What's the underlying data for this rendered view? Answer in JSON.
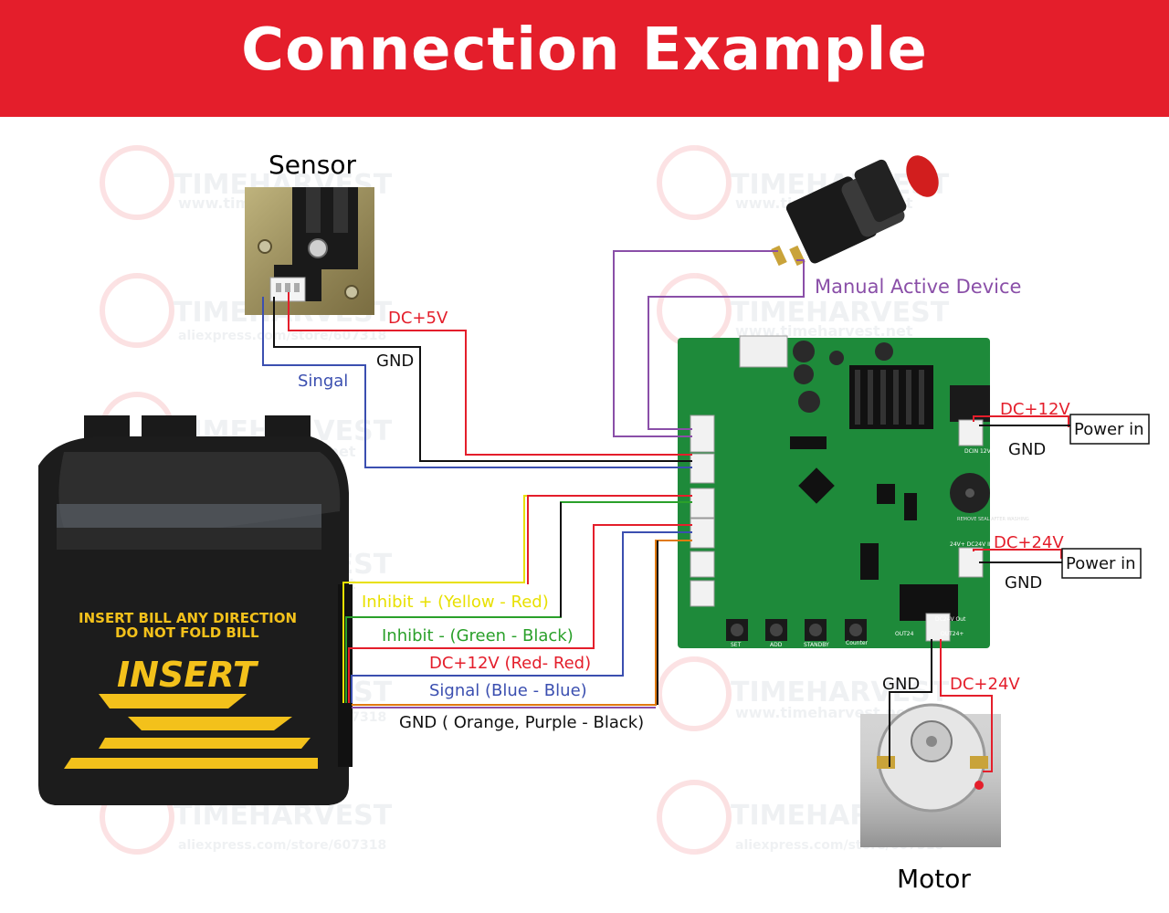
{
  "header": {
    "title": "Connection Example"
  },
  "watermark": {
    "brand": "TIMEHARVEST",
    "site": "www.timeharvest.net",
    "store": "aliexpress.com/store/607318"
  },
  "components": {
    "sensor": "Sensor",
    "motor": "Motor",
    "manual_device": "Manual Active Device",
    "acceptor_line1": "INSERT BILL ANY DIRECTION",
    "acceptor_line2": "DO NOT FOLD BILL",
    "acceptor_insert": "INSERT"
  },
  "board_labels": {
    "set": "SET",
    "add": "ADD",
    "standby": "STANDBY",
    "counter": "Counter",
    "out24": "OUT24",
    "out24_plus": "OUT24+",
    "dc24v_out": "DC24V Out",
    "dc24v_in": "24V+ DC24V IN",
    "dcin12v": "DCIN 12V",
    "remove_seal": "REMOVE SEAL AFTER WASHING"
  },
  "wire_labels": {
    "sensor_dc5v": "DC+5V",
    "sensor_gnd": "GND",
    "sensor_signal": "Singal",
    "power12_dc": "DC+12V",
    "power12_gnd": "GND",
    "power12_box": "Power in",
    "power24_dc": "DC+24V",
    "power24_gnd": "GND",
    "power24_box": "Power in",
    "motor_gnd": "GND",
    "motor_dc": "DC+24V",
    "inhibit_plus": "Inhibit + (Yellow - Red)",
    "inhibit_minus": "Inhibit - (Green - Black)",
    "dc12v_rr": "DC+12V (Red- Red)",
    "signal_bb": "Signal (Blue - Blue)",
    "gnd_opb": "GND ( Orange, Purple - Black)"
  },
  "colors": {
    "banner": "#e41e2b",
    "wire_red": "#e41e2b",
    "wire_black": "#111111",
    "wire_blue": "#3b4fb0",
    "wire_purple": "#8a4fa8",
    "wire_yellow": "#e8e000",
    "wire_green": "#2aa02a",
    "wire_orange": "#e07a10",
    "board": "#1e8a3a"
  }
}
